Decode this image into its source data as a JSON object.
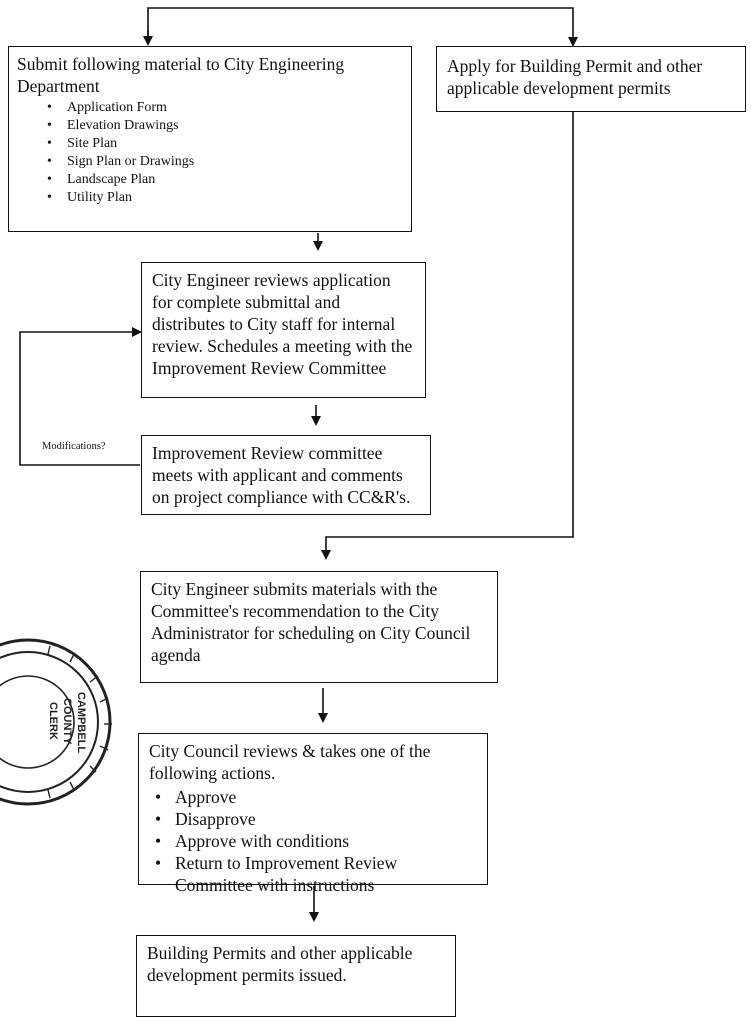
{
  "submit_box": {
    "text": "Submit following material to City Engineering Department",
    "items": [
      "Application Form",
      "Elevation Drawings",
      "Site Plan",
      "Sign Plan or Drawings",
      "Landscape Plan",
      "Utility Plan"
    ]
  },
  "permit_apply_box": {
    "text": "Apply for Building Permit and other applicable development permits"
  },
  "engineer_review_box": {
    "text": "City Engineer reviews application for complete submittal and distributes to City staff for internal review.  Schedules a meeting with the Improvement Review Committee"
  },
  "committee_box": {
    "text": "Improvement Review committee meets with applicant and comments on project compliance with CC&R's."
  },
  "loop_label": "Modifications?",
  "engineer_submit_box": {
    "text": "City Engineer submits materials with the Committee's recommendation to the City Administrator for scheduling on City Council agenda"
  },
  "council_box": {
    "text": "City Council reviews & takes one of the following actions.",
    "items": [
      "Approve",
      "Disapprove",
      "Approve with conditions",
      "Return to Improvement Review Committee with instructions"
    ]
  },
  "issued_box": {
    "text": "Building Permits and other applicable development permits issued."
  },
  "stamp": {
    "lines": [
      "CAMPBELL",
      "COUNTY",
      "CLERK"
    ]
  }
}
